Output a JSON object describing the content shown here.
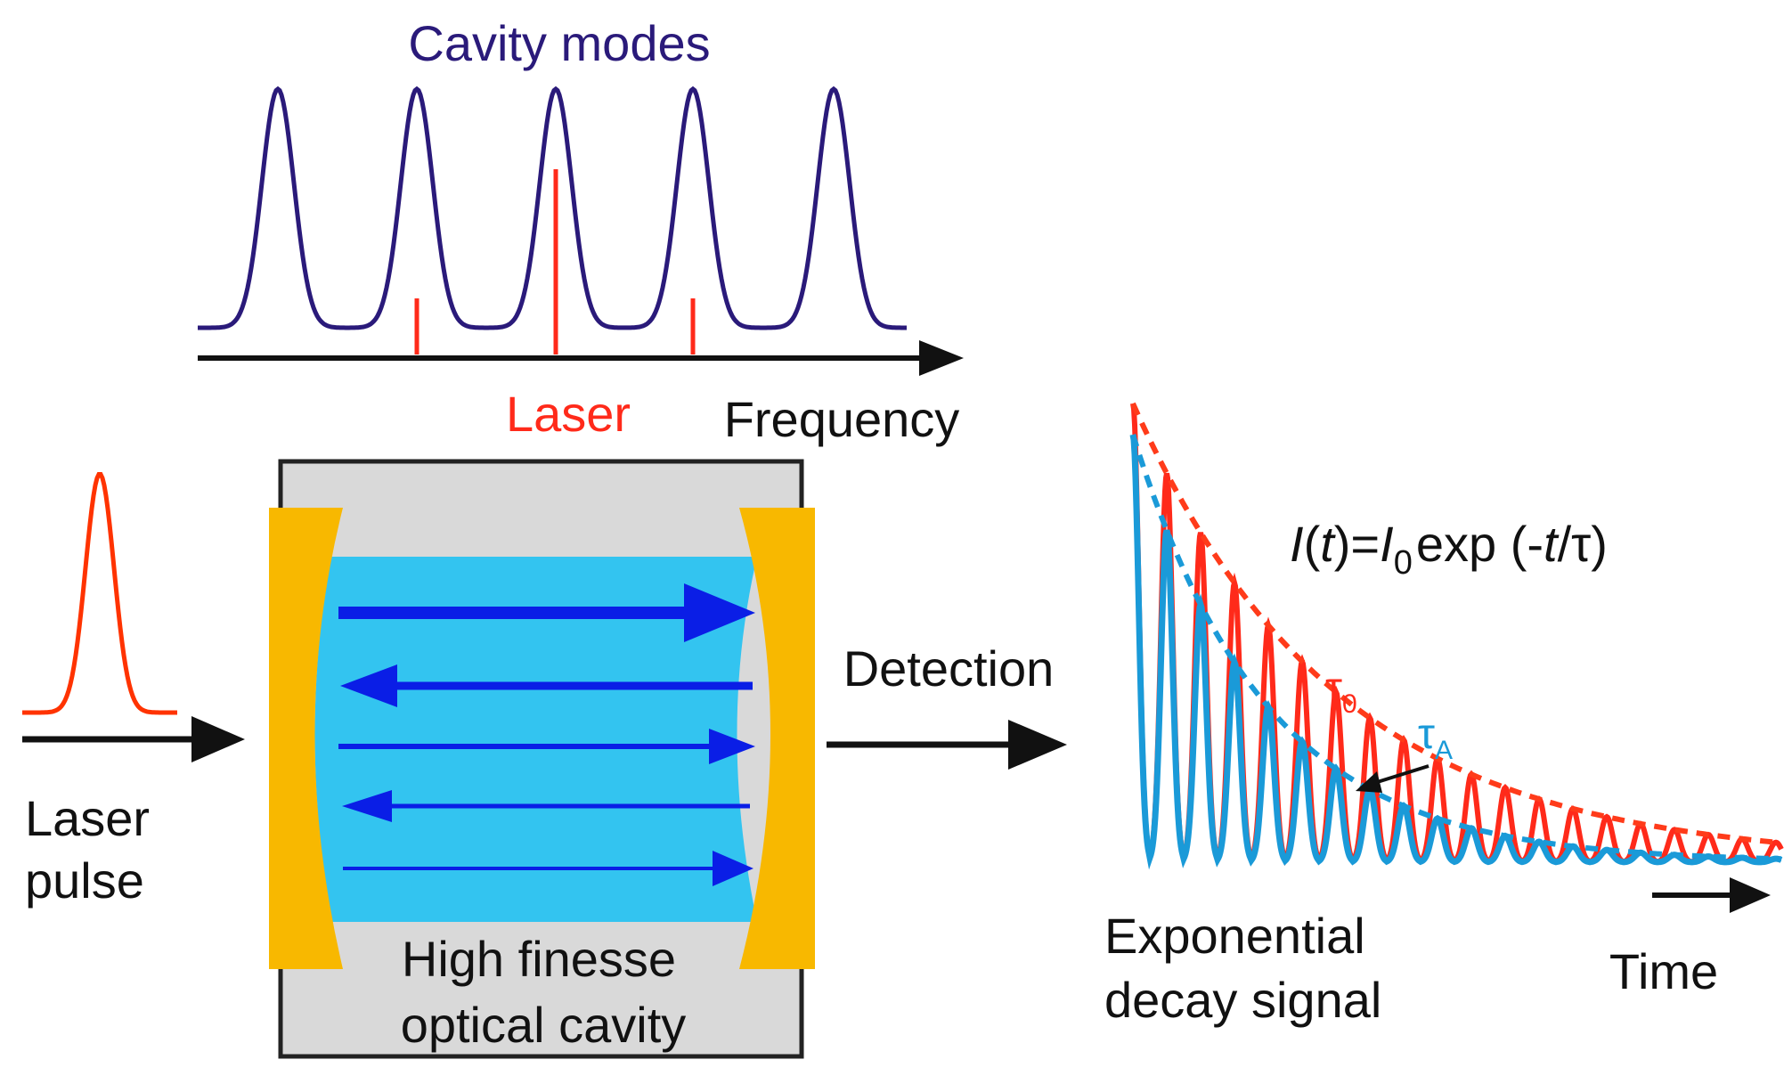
{
  "labels": {
    "cavity_modes": "Cavity modes",
    "laser": "Laser",
    "frequency": "Frequency",
    "detection": "Detection",
    "laser_pulse_line1": "Laser",
    "laser_pulse_line2": "pulse",
    "cavity_line1": "High finesse",
    "cavity_line2": "optical cavity",
    "decay_line1": "Exponential",
    "decay_line2": "decay signal",
    "time": "Time",
    "formula": {
      "I": "I",
      "t_open": "(",
      "t": "t",
      "eq": ")=",
      "I0": "I",
      "I0_sub": "0",
      "exp": "exp (-",
      "t2": "t",
      "tail": "/τ)"
    },
    "tau0": "τ",
    "tau0_sub": "0",
    "tauA": "τ",
    "tauA_sub": "A"
  },
  "colors": {
    "mode_line": "#2a1a7a",
    "laser_red": "#ff2a1a",
    "pulse_red": "#ff3300",
    "axis_black": "#111111",
    "mirror_gold": "#f8b800",
    "cavity_box": "#d9d9d9",
    "cavity_fill": "#33c4f0",
    "arrow_blue": "#0a1ee6",
    "decay_blue": "#1a9ad8",
    "decay_red": "#ff2a1a",
    "dash_red": "#ff3b1a",
    "dash_blue": "#1a9ad8",
    "title_purple": "#2a1a7a"
  }
}
